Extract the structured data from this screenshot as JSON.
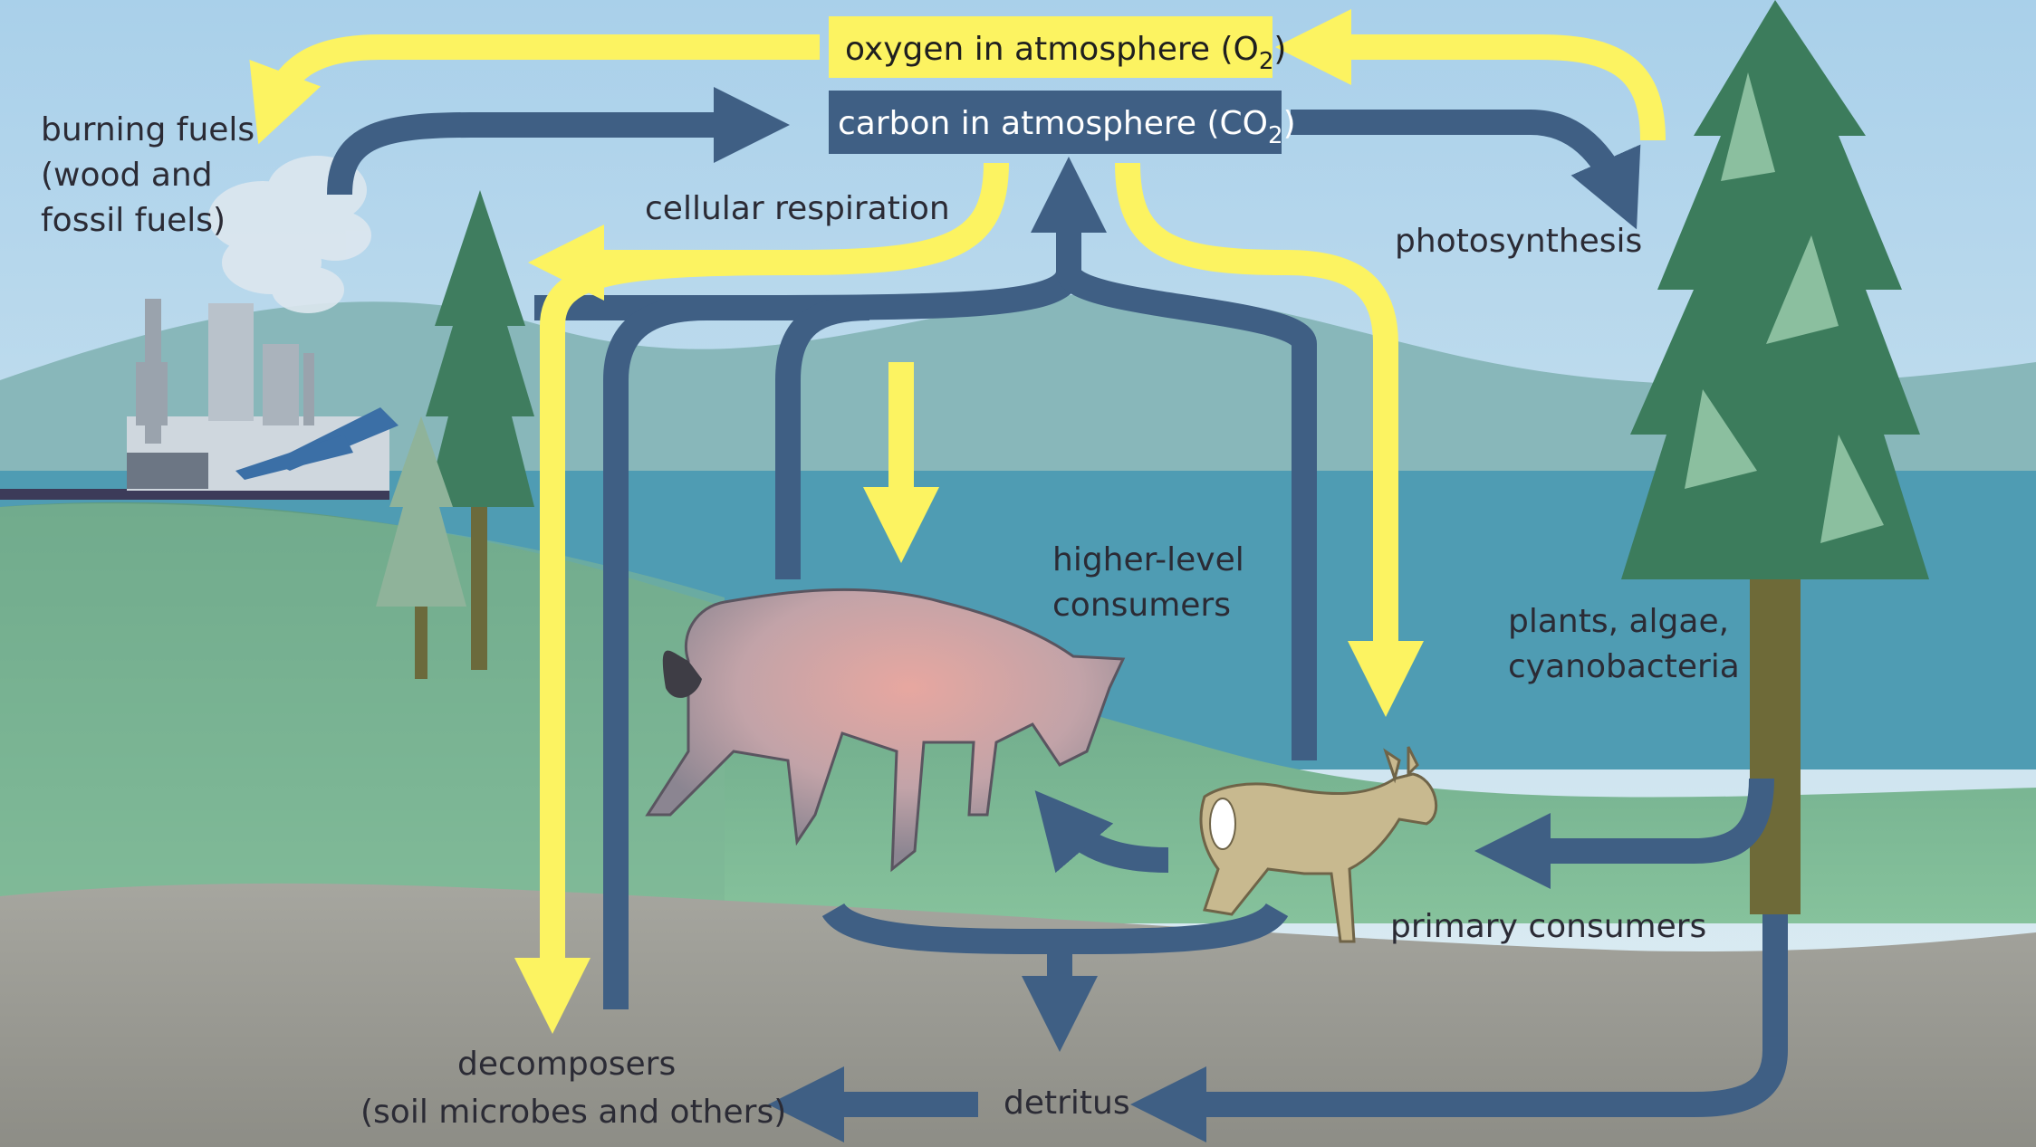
{
  "labels": {
    "oxygen_main": "oxygen in atmosphere (O",
    "oxygen_sub": "2",
    "oxygen_end": ")",
    "carbon_main": "carbon in atmosphere (CO",
    "carbon_sub": "2",
    "carbon_end": ")",
    "burning_1": "burning fuels",
    "burning_2": "(wood and",
    "burning_3": "fossil fuels)",
    "cellular_respiration": "cellular respiration",
    "photosynthesis": "photosynthesis",
    "higher_1": "higher-level",
    "higher_2": "consumers",
    "plants_1": "plants, algae,",
    "plants_2": "cyanobacteria",
    "primary_consumers": "primary consumers",
    "decomposers_1": "decomposers",
    "decomposers_2": "(soil microbes and others)",
    "detritus": "detritus"
  },
  "colors": {
    "oxygen_flow": "#fcf361",
    "carbon_flow": "#3f5f84",
    "sky": "#bcdcee",
    "ground": "#9a9a93",
    "grass": "#7fb996",
    "water": "#4f9cb3",
    "label_text": "#2b2b35"
  }
}
